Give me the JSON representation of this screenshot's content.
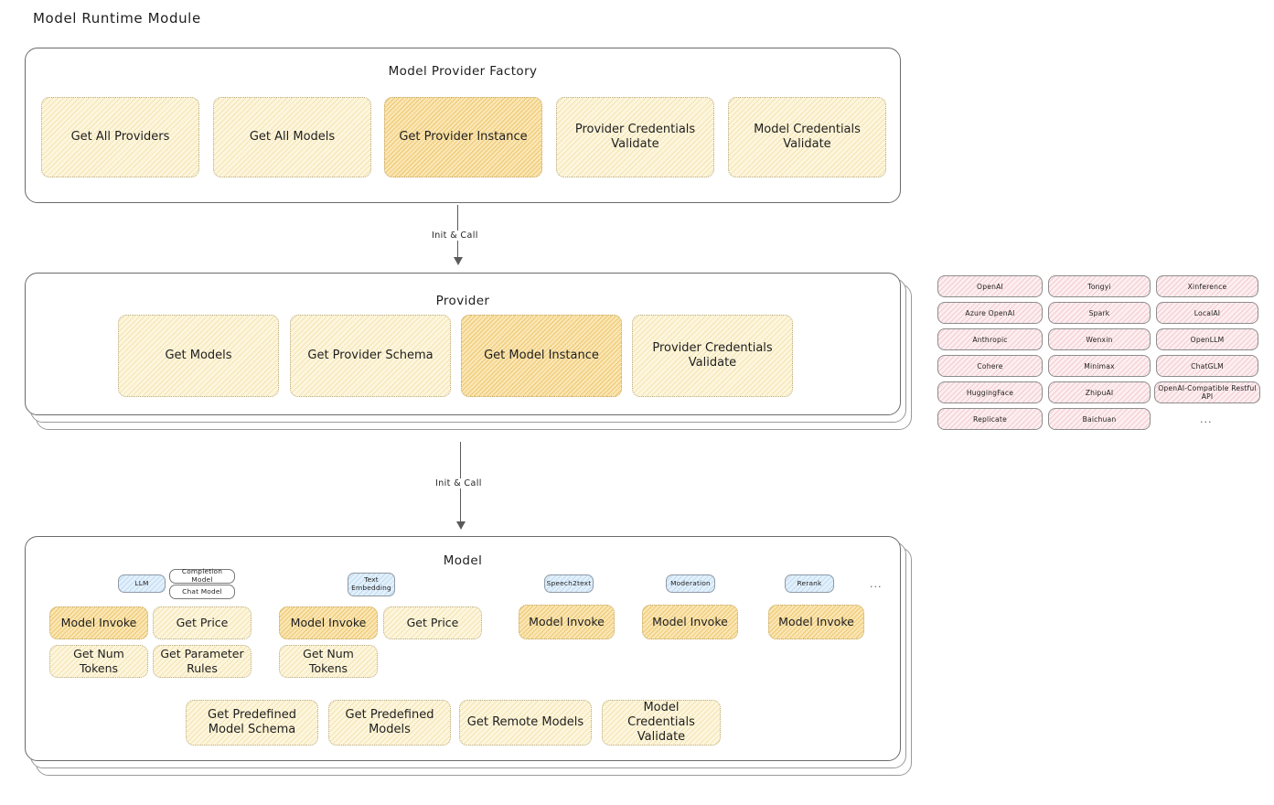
{
  "page": {
    "title": "Model Runtime Module"
  },
  "factory": {
    "title": "Model Provider Factory",
    "items": [
      {
        "label": "Get All Providers",
        "highlight": false
      },
      {
        "label": "Get All Models",
        "highlight": false
      },
      {
        "label": "Get Provider Instance",
        "highlight": true
      },
      {
        "label": "Provider Credentials Validate",
        "highlight": false
      },
      {
        "label": "Model Credentials Validate",
        "highlight": false
      }
    ]
  },
  "arrows": [
    {
      "label": "Init & Call"
    },
    {
      "label": "Init & Call"
    }
  ],
  "provider": {
    "title": "Provider",
    "items": [
      {
        "label": "Get Models",
        "highlight": false
      },
      {
        "label": "Get Provider Schema",
        "highlight": false
      },
      {
        "label": "Get Model Instance",
        "highlight": true
      },
      {
        "label": "Provider Credentials Validate",
        "highlight": false
      }
    ]
  },
  "provider_list": {
    "columns": [
      [
        "OpenAI",
        "Azure OpenAI",
        "Anthropic",
        "Cohere",
        "HuggingFace",
        "Replicate"
      ],
      [
        "Tongyi",
        "Spark",
        "Wenxin",
        "Minimax",
        "ZhipuAI",
        "Baichuan"
      ],
      [
        "Xinference",
        "LocalAI",
        "OpenLLM",
        "ChatGLM",
        "OpenAI-Compatible Restful API"
      ]
    ],
    "more": "..."
  },
  "model": {
    "title": "Model",
    "more": "...",
    "types": [
      {
        "name": "LLM",
        "sub": [
          "Completion Model",
          "Chat Model"
        ]
      },
      {
        "name": "Text Embedding",
        "sub": []
      },
      {
        "name": "Speech2text",
        "sub": []
      },
      {
        "name": "Moderation",
        "sub": []
      },
      {
        "name": "Rerank",
        "sub": []
      }
    ],
    "groups": [
      {
        "ops": [
          {
            "label": "Model Invoke",
            "highlight": true
          },
          {
            "label": "Get Price",
            "highlight": false
          },
          {
            "label": "Get Num Tokens",
            "highlight": false
          },
          {
            "label": "Get Parameter Rules",
            "highlight": false
          }
        ]
      },
      {
        "ops": [
          {
            "label": "Model Invoke",
            "highlight": true
          },
          {
            "label": "Get Price",
            "highlight": false
          },
          {
            "label": "Get Num Tokens",
            "highlight": false
          }
        ]
      },
      {
        "ops": [
          {
            "label": "Model Invoke",
            "highlight": true
          }
        ]
      },
      {
        "ops": [
          {
            "label": "Model Invoke",
            "highlight": true
          }
        ]
      },
      {
        "ops": [
          {
            "label": "Model Invoke",
            "highlight": true
          }
        ]
      }
    ],
    "shared_ops": [
      {
        "label": "Get Predefined Model Schema"
      },
      {
        "label": "Get Predefined Models"
      },
      {
        "label": "Get Remote Models"
      },
      {
        "label": "Model Credentials Validate"
      }
    ]
  },
  "colors": {
    "chip_lite": "#fdf6de",
    "chip_hot": "#fae6b4",
    "pill_pink": "#fdeef0",
    "badge_blue": "#e3f0fb",
    "stroke": "#6b6b6b"
  }
}
